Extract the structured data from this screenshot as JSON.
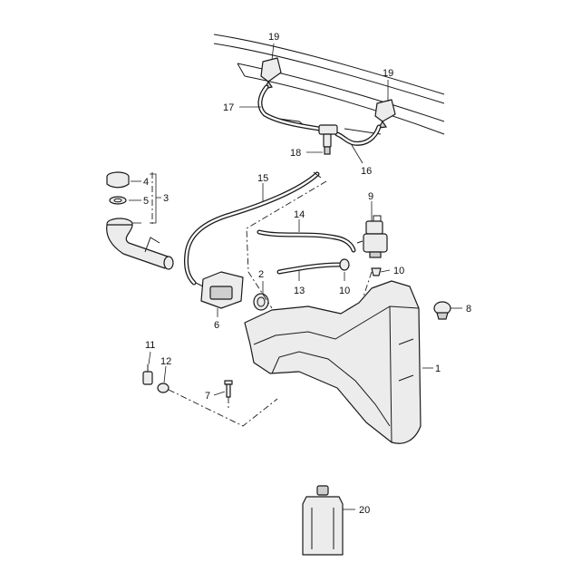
{
  "callouts": {
    "c1": "1",
    "c2": "2",
    "c3": "3",
    "c4": "4",
    "c5": "5",
    "c6": "6",
    "c7": "7",
    "c8": "8",
    "c9": "9",
    "c10a": "10",
    "c10b": "10",
    "c11": "11",
    "c12": "12",
    "c13": "13",
    "c14": "14",
    "c15": "15",
    "c16": "16",
    "c17": "17",
    "c18": "18",
    "c19a": "19",
    "c19b": "19",
    "c20": "20"
  },
  "colors": {
    "line": "#1a1a1a",
    "fill": "#ececec",
    "background": "#ffffff"
  }
}
